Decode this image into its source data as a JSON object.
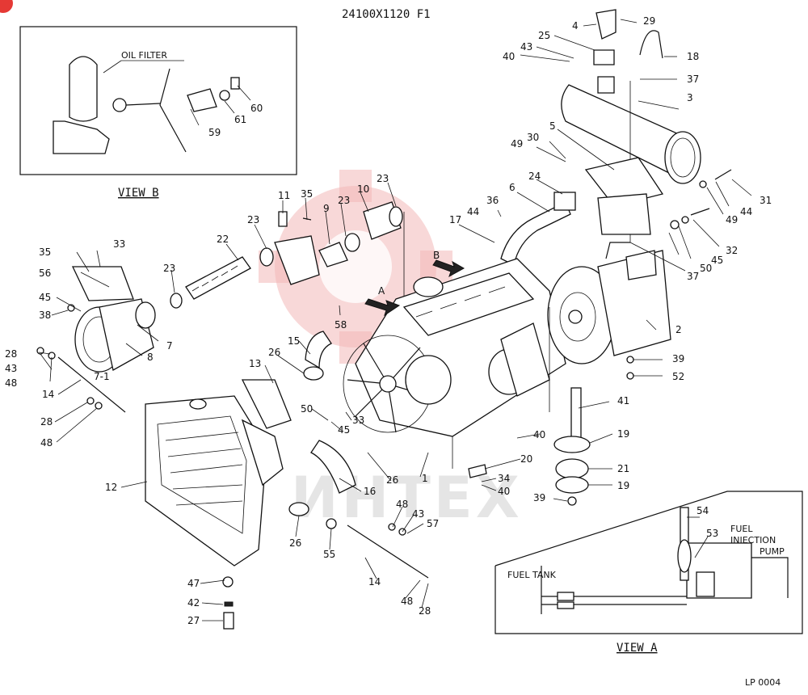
{
  "header": {
    "code": "24100X1120  F1"
  },
  "footer": {
    "page_ref": "LP  0004"
  },
  "views": {
    "view_b": {
      "title": "VIEW  B",
      "oil_filter": "OIL  FILTER"
    },
    "view_a": {
      "title": "VIEW  A",
      "fuel_tank": "FUEL TANK",
      "fuel_injection": "FUEL",
      "injection_line": "INJECTION",
      "pump": "PUMP"
    }
  },
  "arrows": {
    "a": "A",
    "b": "B"
  },
  "watermark": {
    "text": "ИНТЕХ"
  },
  "colors": {
    "watermark": "#f2b8b8",
    "badge": "#e53935",
    "ink": "#111111"
  },
  "callouts": {
    "c4": "4",
    "c29": "29",
    "c25": "25",
    "c43a": "43",
    "c40a": "40",
    "c18": "18",
    "c37a": "37",
    "c3": "3",
    "c5": "5",
    "c30": "30",
    "c49a": "49",
    "c24": "24",
    "c6": "6",
    "c17": "17",
    "c44a": "44",
    "c36": "36",
    "c31": "31",
    "c44b": "44",
    "c49b": "49",
    "c32": "32",
    "c45a": "45",
    "c50a": "50",
    "c37b": "37",
    "c23a": "23",
    "c10": "10",
    "c23b": "23",
    "c9": "9",
    "c11": "11",
    "c35a": "35",
    "c23c": "23",
    "c22": "22",
    "c23d": "23",
    "c35b": "35",
    "c33a": "33",
    "c56": "56",
    "c45b": "45",
    "c38": "38",
    "c7": "7",
    "c8": "8",
    "c71": "7-1",
    "c28a": "28",
    "c43b": "43",
    "c48a": "48",
    "c14a": "14",
    "c28b": "28",
    "c48b": "48",
    "c58": "58",
    "c15": "15",
    "c26a": "26",
    "c13": "13",
    "c50b": "50",
    "c45c": "45",
    "c33b": "33",
    "c12": "12",
    "c16": "16",
    "c26b": "26",
    "c1": "1",
    "c26c": "26",
    "c55": "55",
    "c48c": "48",
    "c43c": "43",
    "c57": "57",
    "c14b": "14",
    "c48d": "48",
    "c28c": "28",
    "c47": "47",
    "c42": "42",
    "c27": "27",
    "c2": "2",
    "c39a": "39",
    "c52": "52",
    "c41": "41",
    "c19a": "19",
    "c21": "21",
    "c19b": "19",
    "c39b": "39",
    "c20": "20",
    "c40b": "40",
    "c34": "34",
    "c40c": "40",
    "c59": "59",
    "c61": "61",
    "c60": "60",
    "c54": "54",
    "c53": "53"
  }
}
